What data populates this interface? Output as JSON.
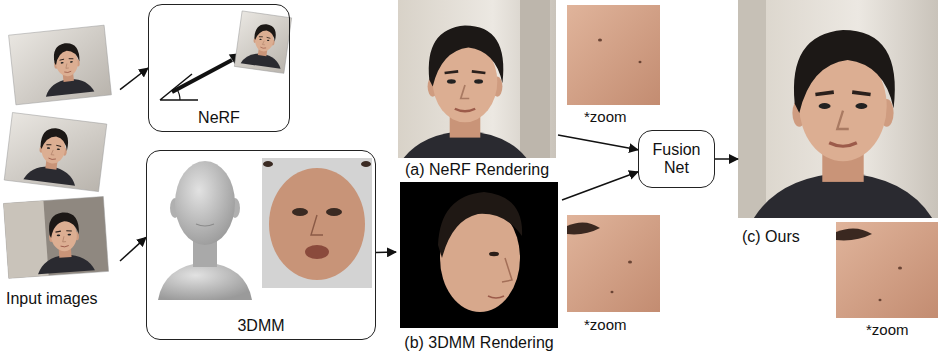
{
  "diagram": {
    "nodes": [
      {
        "text": [
          "Input images"
        ]
      },
      {
        "text": [
          "NeRF"
        ]
      },
      {
        "text": [
          "3DMM"
        ]
      },
      {
        "text": [
          "(a) NeRF Rendering"
        ]
      },
      {
        "text": [
          "(b) 3DMM Rendering"
        ]
      },
      {
        "text": [
          "Fusion Net"
        ]
      },
      {
        "text": [
          "(c) Ours"
        ]
      }
    ],
    "edges": [
      {
        "from": 0,
        "to": 1,
        "arrow": "to"
      },
      {
        "from": 0,
        "to": 2,
        "arrow": "to"
      },
      {
        "from": 2,
        "to": 4,
        "arrow": "to"
      },
      {
        "from": 3,
        "to": 5,
        "arrow": "to"
      },
      {
        "from": 4,
        "to": 5,
        "arrow": "to"
      },
      {
        "from": 5,
        "to": 6,
        "arrow": "to"
      }
    ],
    "labels": [
      "*zoom",
      "*zoom",
      "*zoom"
    ]
  }
}
